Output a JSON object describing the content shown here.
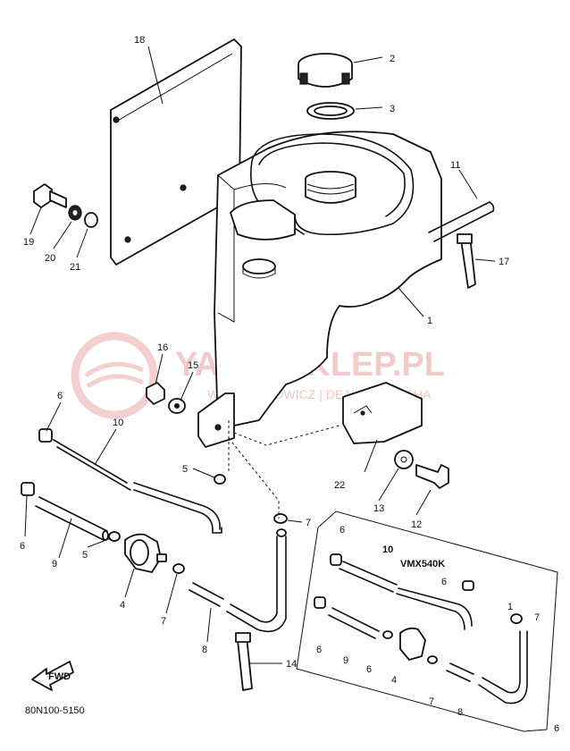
{
  "watermark": {
    "main": "YAMA-SKLEP.PL",
    "sub": "WOJCIECHOWICZ | DEALER YAMAHA",
    "color": "#e8a0a0"
  },
  "diagram_code": "80N100-5150",
  "variant_label": "VMX540K",
  "fwd_label": "FWD",
  "callouts": {
    "c1": "1",
    "c2": "2",
    "c3": "3",
    "c4a": "4",
    "c4b": "4",
    "c5a": "5",
    "c5b": "5",
    "c6a": "6",
    "c6b": "6",
    "c6c": "6",
    "c6d": "6",
    "c6e": "6",
    "c6f": "6",
    "c6g": "6",
    "c7a": "7",
    "c7b": "7",
    "c7c": "7",
    "c7d": "7",
    "c8a": "8",
    "c8b": "8",
    "c9a": "9",
    "c9b": "9",
    "c10a": "10",
    "c10b": "10",
    "c11": "11",
    "c12": "12",
    "c13": "13",
    "c14": "14",
    "c15": "15",
    "c16": "16",
    "c17": "17",
    "c18": "18",
    "c19": "19",
    "c20": "20",
    "c21": "21",
    "c22": "22",
    "c1b": "1"
  }
}
